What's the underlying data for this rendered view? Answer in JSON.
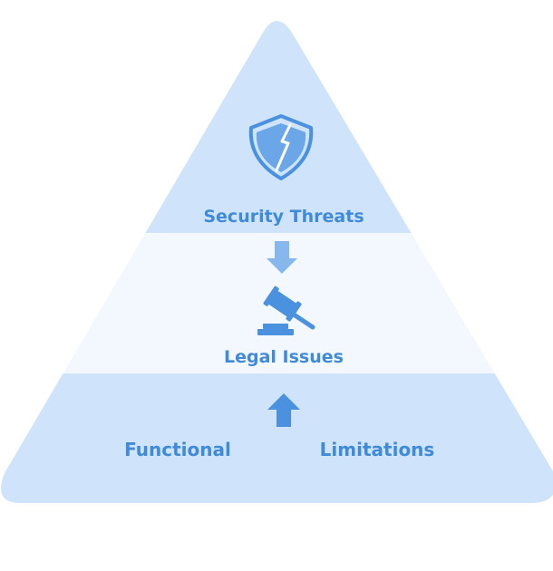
{
  "diagram": {
    "tiers": [
      {
        "label": "Security Threats",
        "icon": "shield-icon"
      },
      {
        "label": "Legal Issues",
        "icon": "gavel-icon"
      },
      {
        "labels": [
          "Functional",
          "Limitations"
        ]
      }
    ],
    "arrows": [
      {
        "icon": "arrow-down-icon"
      },
      {
        "icon": "arrow-up-icon"
      }
    ]
  },
  "colors": {
    "tier_fill": "#cfe4fb",
    "middle_fill": "#f3f8fe",
    "accent": "#4a92e0",
    "text": "#3f8ad9"
  }
}
